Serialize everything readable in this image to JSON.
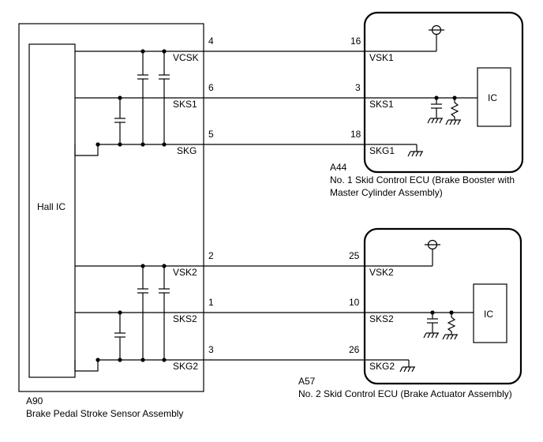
{
  "sensor": {
    "code": "A90",
    "name": "Brake Pedal Stroke Sensor Assembly",
    "ic_label": "Hall IC",
    "pins_top": [
      {
        "num": "4",
        "name": "VCSK"
      },
      {
        "num": "6",
        "name": "SKS1"
      },
      {
        "num": "5",
        "name": "SKG"
      }
    ],
    "pins_bottom": [
      {
        "num": "2",
        "name": "VSK2"
      },
      {
        "num": "1",
        "name": "SKS2"
      },
      {
        "num": "3",
        "name": "SKG2"
      }
    ]
  },
  "ecu1": {
    "code": "A44",
    "name_line1": "No. 1 Skid Control ECU (Brake Booster with",
    "name_line2": "Master Cylinder Assembly)",
    "ic_label": "IC",
    "pins": [
      {
        "num": "16",
        "name": "VSK1"
      },
      {
        "num": "3",
        "name": "SKS1"
      },
      {
        "num": "18",
        "name": "SKG1"
      }
    ]
  },
  "ecu2": {
    "code": "A57",
    "name_line1": "No. 2 Skid Control ECU (Brake Actuator Assembly)",
    "ic_label": "IC",
    "pins": [
      {
        "num": "25",
        "name": "VSK2"
      },
      {
        "num": "10",
        "name": "SKS2"
      },
      {
        "num": "26",
        "name": "SKG2"
      }
    ]
  }
}
